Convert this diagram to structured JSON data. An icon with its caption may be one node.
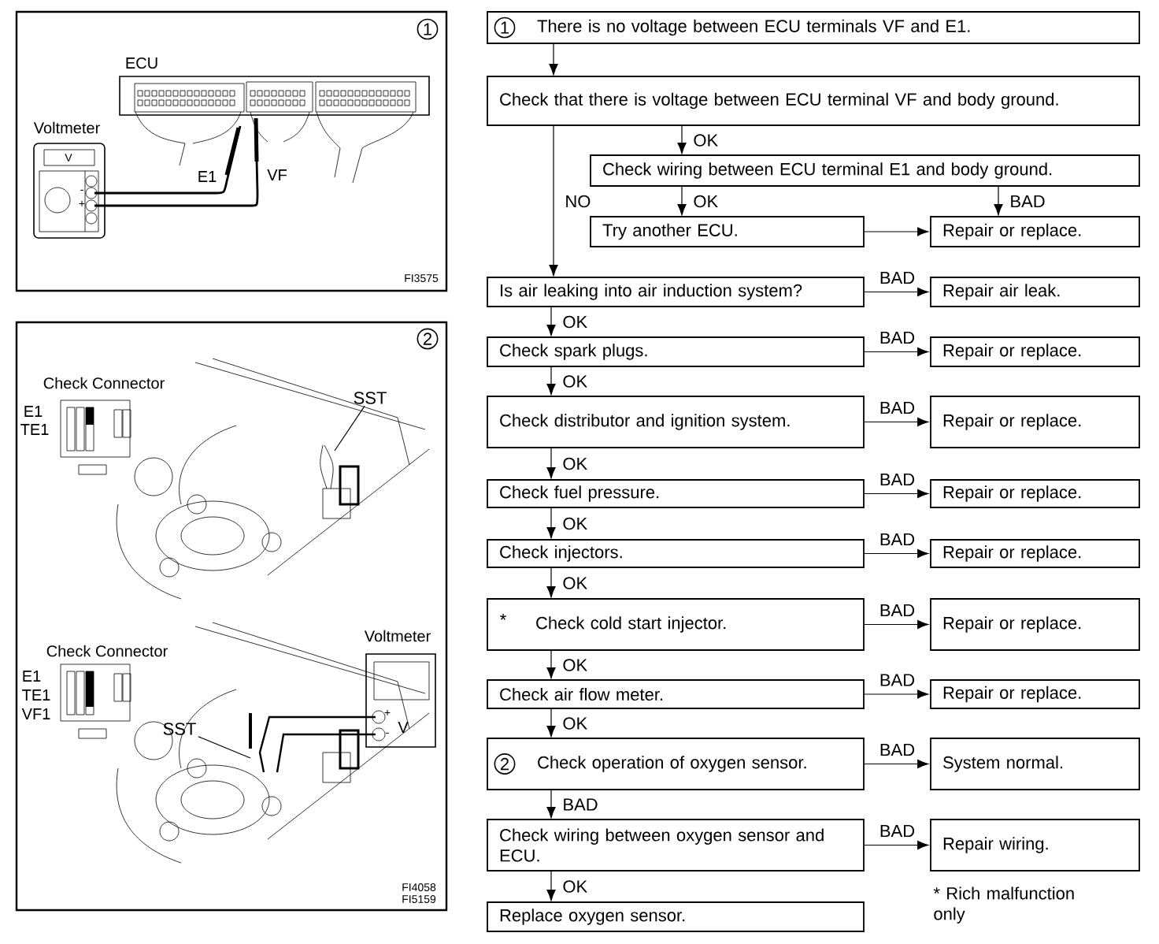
{
  "diagram": {
    "nodes": [
      {
        "text": [
          "1",
          "There is no voltage between ECU terminals VF and E1."
        ]
      },
      {
        "text": [
          "Check that there is voltage between ECU terminal VF and body ground."
        ]
      },
      {
        "text": [
          "Check wiring between ECU terminal E1 and body ground."
        ]
      },
      {
        "text": [
          "Try another ECU."
        ]
      },
      {
        "text": [
          "Repair or replace."
        ]
      },
      {
        "text": [
          "Is air leaking into air induction system?"
        ]
      },
      {
        "text": [
          "Repair air leak."
        ]
      },
      {
        "text": [
          "Check spark plugs."
        ]
      },
      {
        "text": [
          "Repair or replace."
        ]
      },
      {
        "text": [
          "Check distributor and ignition system."
        ]
      },
      {
        "text": [
          "Repair or replace."
        ]
      },
      {
        "text": [
          "Check fuel pressure."
        ]
      },
      {
        "text": [
          "Repair or replace."
        ]
      },
      {
        "text": [
          "Check injectors."
        ]
      },
      {
        "text": [
          "Repair or replace."
        ]
      },
      {
        "text": [
          "*",
          "Check cold start injector."
        ]
      },
      {
        "text": [
          "Repair or replace."
        ]
      },
      {
        "text": [
          "Check air flow meter."
        ]
      },
      {
        "text": [
          "Repair or replace."
        ]
      },
      {
        "text": [
          "2",
          "Check operation of oxygen sensor."
        ]
      },
      {
        "text": [
          "System normal."
        ]
      },
      {
        "text": [
          "Check wiring between oxygen sensor and ECU."
        ]
      },
      {
        "text": [
          "Repair wiring."
        ]
      },
      {
        "text": [
          "Replace oxygen sensor."
        ]
      },
      {
        "text": [
          "SST"
        ]
      },
      {
        "text": [
          "SST"
        ]
      }
    ],
    "edges": [
      {
        "from": 0,
        "to": 1,
        "arrow": "to"
      },
      {
        "from": 1,
        "to": 2,
        "arrow": "to",
        "label": "OK"
      },
      {
        "from": 1,
        "to": 5,
        "arrow": "to",
        "label": "NO"
      },
      {
        "from": 2,
        "to": 3,
        "arrow": "to",
        "label": "OK"
      },
      {
        "from": 2,
        "to": 4,
        "arrow": "to",
        "label": "BAD"
      },
      {
        "from": 3,
        "to": 4,
        "arrow": "to"
      },
      {
        "from": 5,
        "to": 6,
        "arrow": "to",
        "label": "BAD"
      },
      {
        "from": 5,
        "to": 7,
        "arrow": "to",
        "label": "OK"
      },
      {
        "from": 7,
        "to": 8,
        "arrow": "to",
        "label": "BAD"
      },
      {
        "from": 7,
        "to": 9,
        "arrow": "to",
        "label": "OK"
      },
      {
        "from": 9,
        "to": 10,
        "arrow": "to",
        "label": "BAD"
      },
      {
        "from": 9,
        "to": 11,
        "arrow": "to",
        "label": "OK"
      },
      {
        "from": 11,
        "to": 12,
        "arrow": "to",
        "label": "BAD"
      },
      {
        "from": 11,
        "to": 13,
        "arrow": "to",
        "label": "OK"
      },
      {
        "from": 13,
        "to": 14,
        "arrow": "to",
        "label": "BAD"
      },
      {
        "from": 13,
        "to": 15,
        "arrow": "to",
        "label": "OK"
      },
      {
        "from": 15,
        "to": 16,
        "arrow": "to",
        "label": "BAD"
      },
      {
        "from": 15,
        "to": 17,
        "arrow": "to",
        "label": "OK"
      },
      {
        "from": 17,
        "to": 18,
        "arrow": "to",
        "label": "BAD"
      },
      {
        "from": 17,
        "to": 19,
        "arrow": "to",
        "label": "OK"
      },
      {
        "from": 19,
        "to": 20,
        "arrow": "to",
        "label": "BAD"
      },
      {
        "from": 19,
        "to": 21,
        "arrow": "to",
        "label": "BAD"
      },
      {
        "from": 21,
        "to": 22,
        "arrow": "to",
        "label": "BAD"
      },
      {
        "from": 21,
        "to": 23,
        "arrow": "to",
        "label": "OK"
      },
      {
        "from": 24,
        "to": null,
        "arrow": "none"
      },
      {
        "from": 25,
        "to": null,
        "arrow": "none"
      }
    ],
    "labels": [
      "1",
      "ECU",
      "Voltmeter",
      "V",
      "-",
      "+",
      "E1",
      "VF",
      "FI3575",
      "2",
      "Check Connector",
      "E1",
      "TE1",
      "Check Connector",
      "Voltmeter",
      "E1",
      "TE1",
      "VF1",
      "+",
      "-",
      "V",
      "FI4058",
      "FI5159",
      "* Rich malfunction only"
    ]
  }
}
